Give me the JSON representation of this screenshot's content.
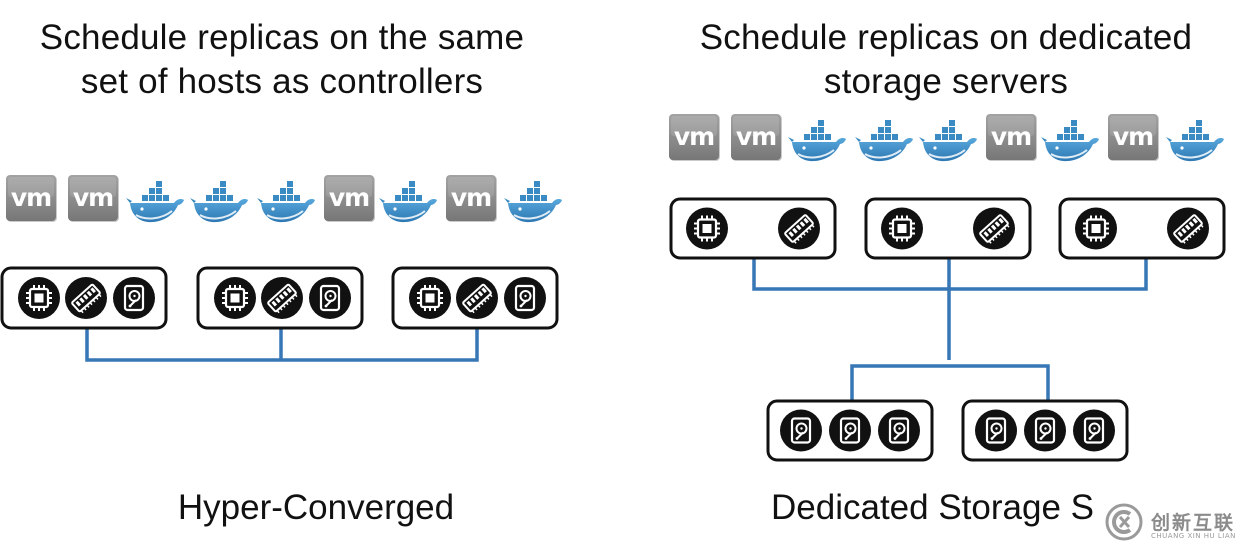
{
  "left_panel": {
    "title_line1": "Schedule replicas on the same",
    "title_line2": "set of hosts as controllers",
    "caption": "Hyper-Converged",
    "workloads": [
      "vm",
      "vm",
      "docker",
      "docker",
      "docker",
      "vm",
      "docker",
      "vm",
      "docker"
    ],
    "hosts": [
      [
        "cpu",
        "memory",
        "disk"
      ],
      [
        "cpu",
        "memory",
        "disk"
      ],
      [
        "cpu",
        "memory",
        "disk"
      ]
    ]
  },
  "right_panel": {
    "title_line1": "Schedule replicas on dedicated",
    "title_line2": "storage servers",
    "caption": "Dedicated Storage S",
    "workloads": [
      "vm",
      "vm",
      "docker",
      "docker",
      "docker",
      "vm",
      "docker",
      "vm",
      "docker"
    ],
    "compute_hosts": [
      [
        "cpu",
        "memory"
      ],
      [
        "cpu",
        "memory"
      ],
      [
        "cpu",
        "memory"
      ]
    ],
    "storage_hosts": [
      [
        "disk",
        "disk",
        "disk"
      ],
      [
        "disk",
        "disk",
        "disk"
      ]
    ]
  },
  "vm_label": "vm",
  "watermark": {
    "name": "创新互联",
    "sub": "CHUANG XIN HU LIAN"
  },
  "colors": {
    "line": "#3777b6",
    "vm_tile": "#8a8a8a",
    "docker": "#3a8ac4",
    "host_border": "#111111"
  }
}
